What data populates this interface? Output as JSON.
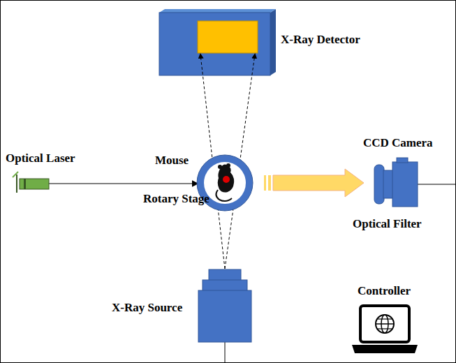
{
  "diagram": {
    "labels": [
      "X-Ray Detector",
      "Optical Laser",
      "Mouse",
      "Rotary Stage",
      "CCD Camera",
      "Optical Filter",
      "X-Ray Source",
      "Controller"
    ]
  }
}
